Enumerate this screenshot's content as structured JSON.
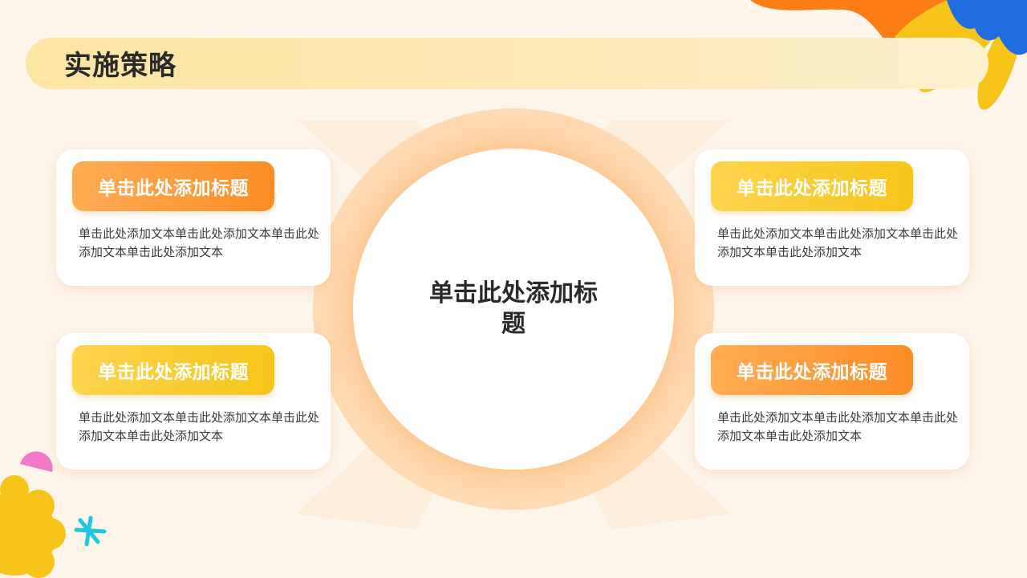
{
  "page": {
    "title": "实施策略",
    "center_title": "单击此处添加标题"
  },
  "cards": [
    {
      "title": "单击此处添加标题",
      "text": "单击此处添加文本单击此处添加文本单击此处添加文本单击此处添加文本",
      "accent": "orange"
    },
    {
      "title": "单击此处添加标题",
      "text": "单击此处添加文本单击此处添加文本单击此处添加文本单击此处添加文本",
      "accent": "yellow"
    },
    {
      "title": "单击此处添加标题",
      "text": "单击此处添加文本单击此处添加文本单击此处添加文本单击此处添加文本",
      "accent": "yellow"
    },
    {
      "title": "单击此处添加标题",
      "text": "单击此处添加文本单击此处添加文本单击此处添加文本单击此处添加文本",
      "accent": "orange"
    }
  ],
  "colors": {
    "background": "#fdf4ea",
    "orange": "#fb8c25",
    "yellow": "#f7c51a",
    "blue": "#1f6de0",
    "pink": "#f27ac4",
    "cyan": "#1ec8e0"
  }
}
